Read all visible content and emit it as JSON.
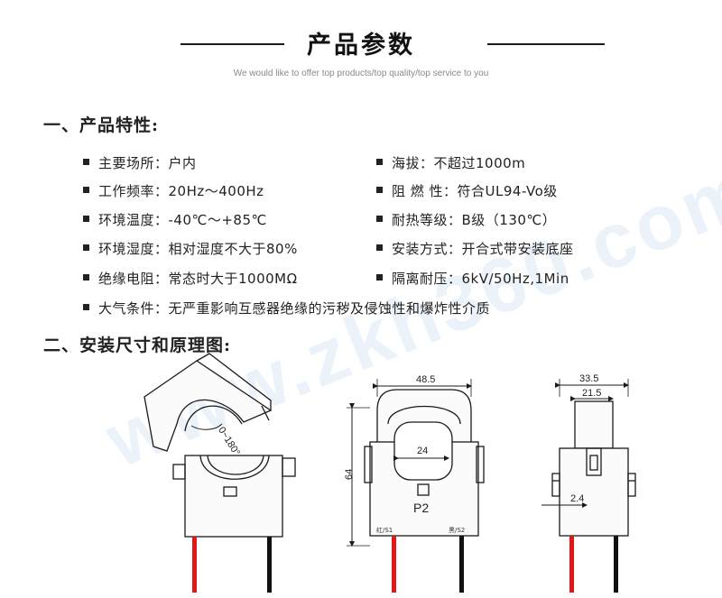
{
  "header": {
    "title": "产品参数",
    "subtitle": "We would like to offer top products/top quality/top service to you"
  },
  "section1": {
    "title": "一、产品特性:",
    "specs_left": [
      "主要场所：户内",
      "工作频率：20Hz～400Hz",
      "环境温度：-40℃～+85℃",
      "环境湿度：相对湿度不大于80%",
      "绝缘电阻：常态时大于1000MΩ",
      "大气条件：无严重影响互感器绝缘的污秽及侵蚀性和爆炸性介质"
    ],
    "specs_right": [
      "海拔：不超过1000m",
      "阻 燃 性：符合UL94-Vo级",
      "耐热等级：B级（130℃）",
      "安装方式：开合式带安装底座",
      "隔离耐压：6kV/50Hz,1Min"
    ]
  },
  "section2": {
    "title": "二、安装尺寸和原理图:"
  },
  "watermark": "www.zkh360.com",
  "drawings": {
    "open_angle": "0~180°",
    "front_width": "48.5",
    "front_height": "64",
    "front_hole": "24",
    "front_model": "P2",
    "lead_left": "红/S1",
    "lead_right": "黑/S2",
    "side_width_outer": "33.5",
    "side_width_inner": "21.5",
    "side_offset": "2.4"
  },
  "colors": {
    "lead_red": "#e01818",
    "lead_black": "#111111",
    "line": "#1a1a1a"
  }
}
